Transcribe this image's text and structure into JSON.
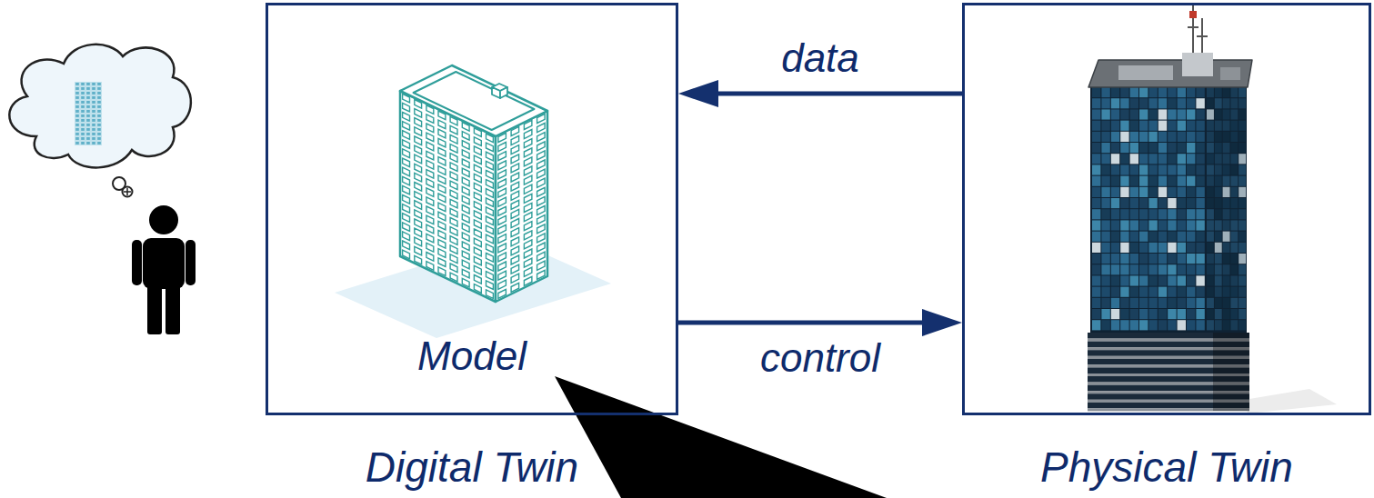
{
  "diagram": {
    "nodes": [
      {
        "text": [
          "Digital Twin",
          "Model"
        ]
      },
      {
        "text": [
          "Physical Twin"
        ]
      }
    ],
    "edges": [
      {
        "from": 1,
        "to": 0,
        "label": "data",
        "arrow": "to"
      },
      {
        "from": 0,
        "to": 1,
        "label": "control",
        "arrow": "to"
      }
    ]
  }
}
